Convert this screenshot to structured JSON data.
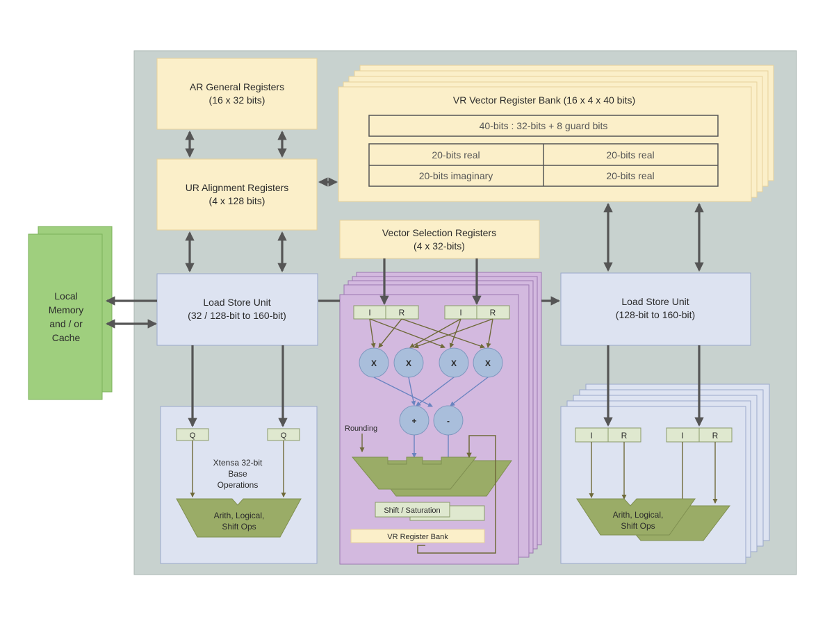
{
  "colors": {
    "background_panel": "#c8d2cf",
    "register_fill": "#fbefc9",
    "register_stroke": "#e7d29a",
    "unit_fill": "#dde3f1",
    "unit_stroke": "#9aa8cc",
    "memory_fill": "#9fcf7e",
    "memory_stroke": "#7bb25a",
    "alu_fill": "#9aac67",
    "purple_fill": "#d3b9df",
    "purple_stroke": "#9b78b0",
    "multiplier_fill": "#a9bedb",
    "arrow_dark": "#555555",
    "arrow_green": "#6f6a3a",
    "arrow_blue": "#6a84c0"
  },
  "local_memory": {
    "lines": [
      "Local",
      "Memory",
      "and / or",
      "Cache"
    ]
  },
  "ar_registers": {
    "line1": "AR General Registers",
    "line2": "(16 x 32 bits)"
  },
  "ur_registers": {
    "line1": "UR Alignment Registers",
    "line2": "(4 x 128 bits)"
  },
  "vr_bank": {
    "title": "VR Vector Register Bank (16 x 4 x 40 bits)",
    "format_row": "40-bits : 32-bits + 8 guard bits",
    "cells": [
      "20-bits real",
      "20-bits real",
      "20-bits imaginary",
      "20-bits real"
    ]
  },
  "vector_selection": {
    "line1": "Vector Selection Registers",
    "line2": "(4 x 32-bits)"
  },
  "lsu_left": {
    "line1": "Load Store Unit",
    "line2": "(32 / 128-bit to 160-bit)"
  },
  "lsu_right": {
    "line1": "Load Store Unit",
    "line2": "(128-bit to 160-bit)"
  },
  "base_ops": {
    "q_labels": [
      "Q",
      "Q"
    ],
    "desc": [
      "Xtensa 32-bit",
      "Base",
      "Operations"
    ],
    "alu": [
      "Arith, Logical,",
      "Shift Ops"
    ]
  },
  "vector_unit": {
    "ir_labels": [
      "I",
      "R",
      "I",
      "R"
    ],
    "multipliers": [
      "X",
      "X",
      "X",
      "X"
    ],
    "adders": [
      "+",
      "-"
    ],
    "rounding": "Rounding",
    "shift_saturation": "Shift / Saturation",
    "vr_register_bank": "VR Register Bank"
  },
  "right_ops": {
    "ir_labels": [
      "I",
      "R",
      "I",
      "R"
    ],
    "alu": [
      "Arith, Logical,",
      "Shift Ops"
    ]
  }
}
